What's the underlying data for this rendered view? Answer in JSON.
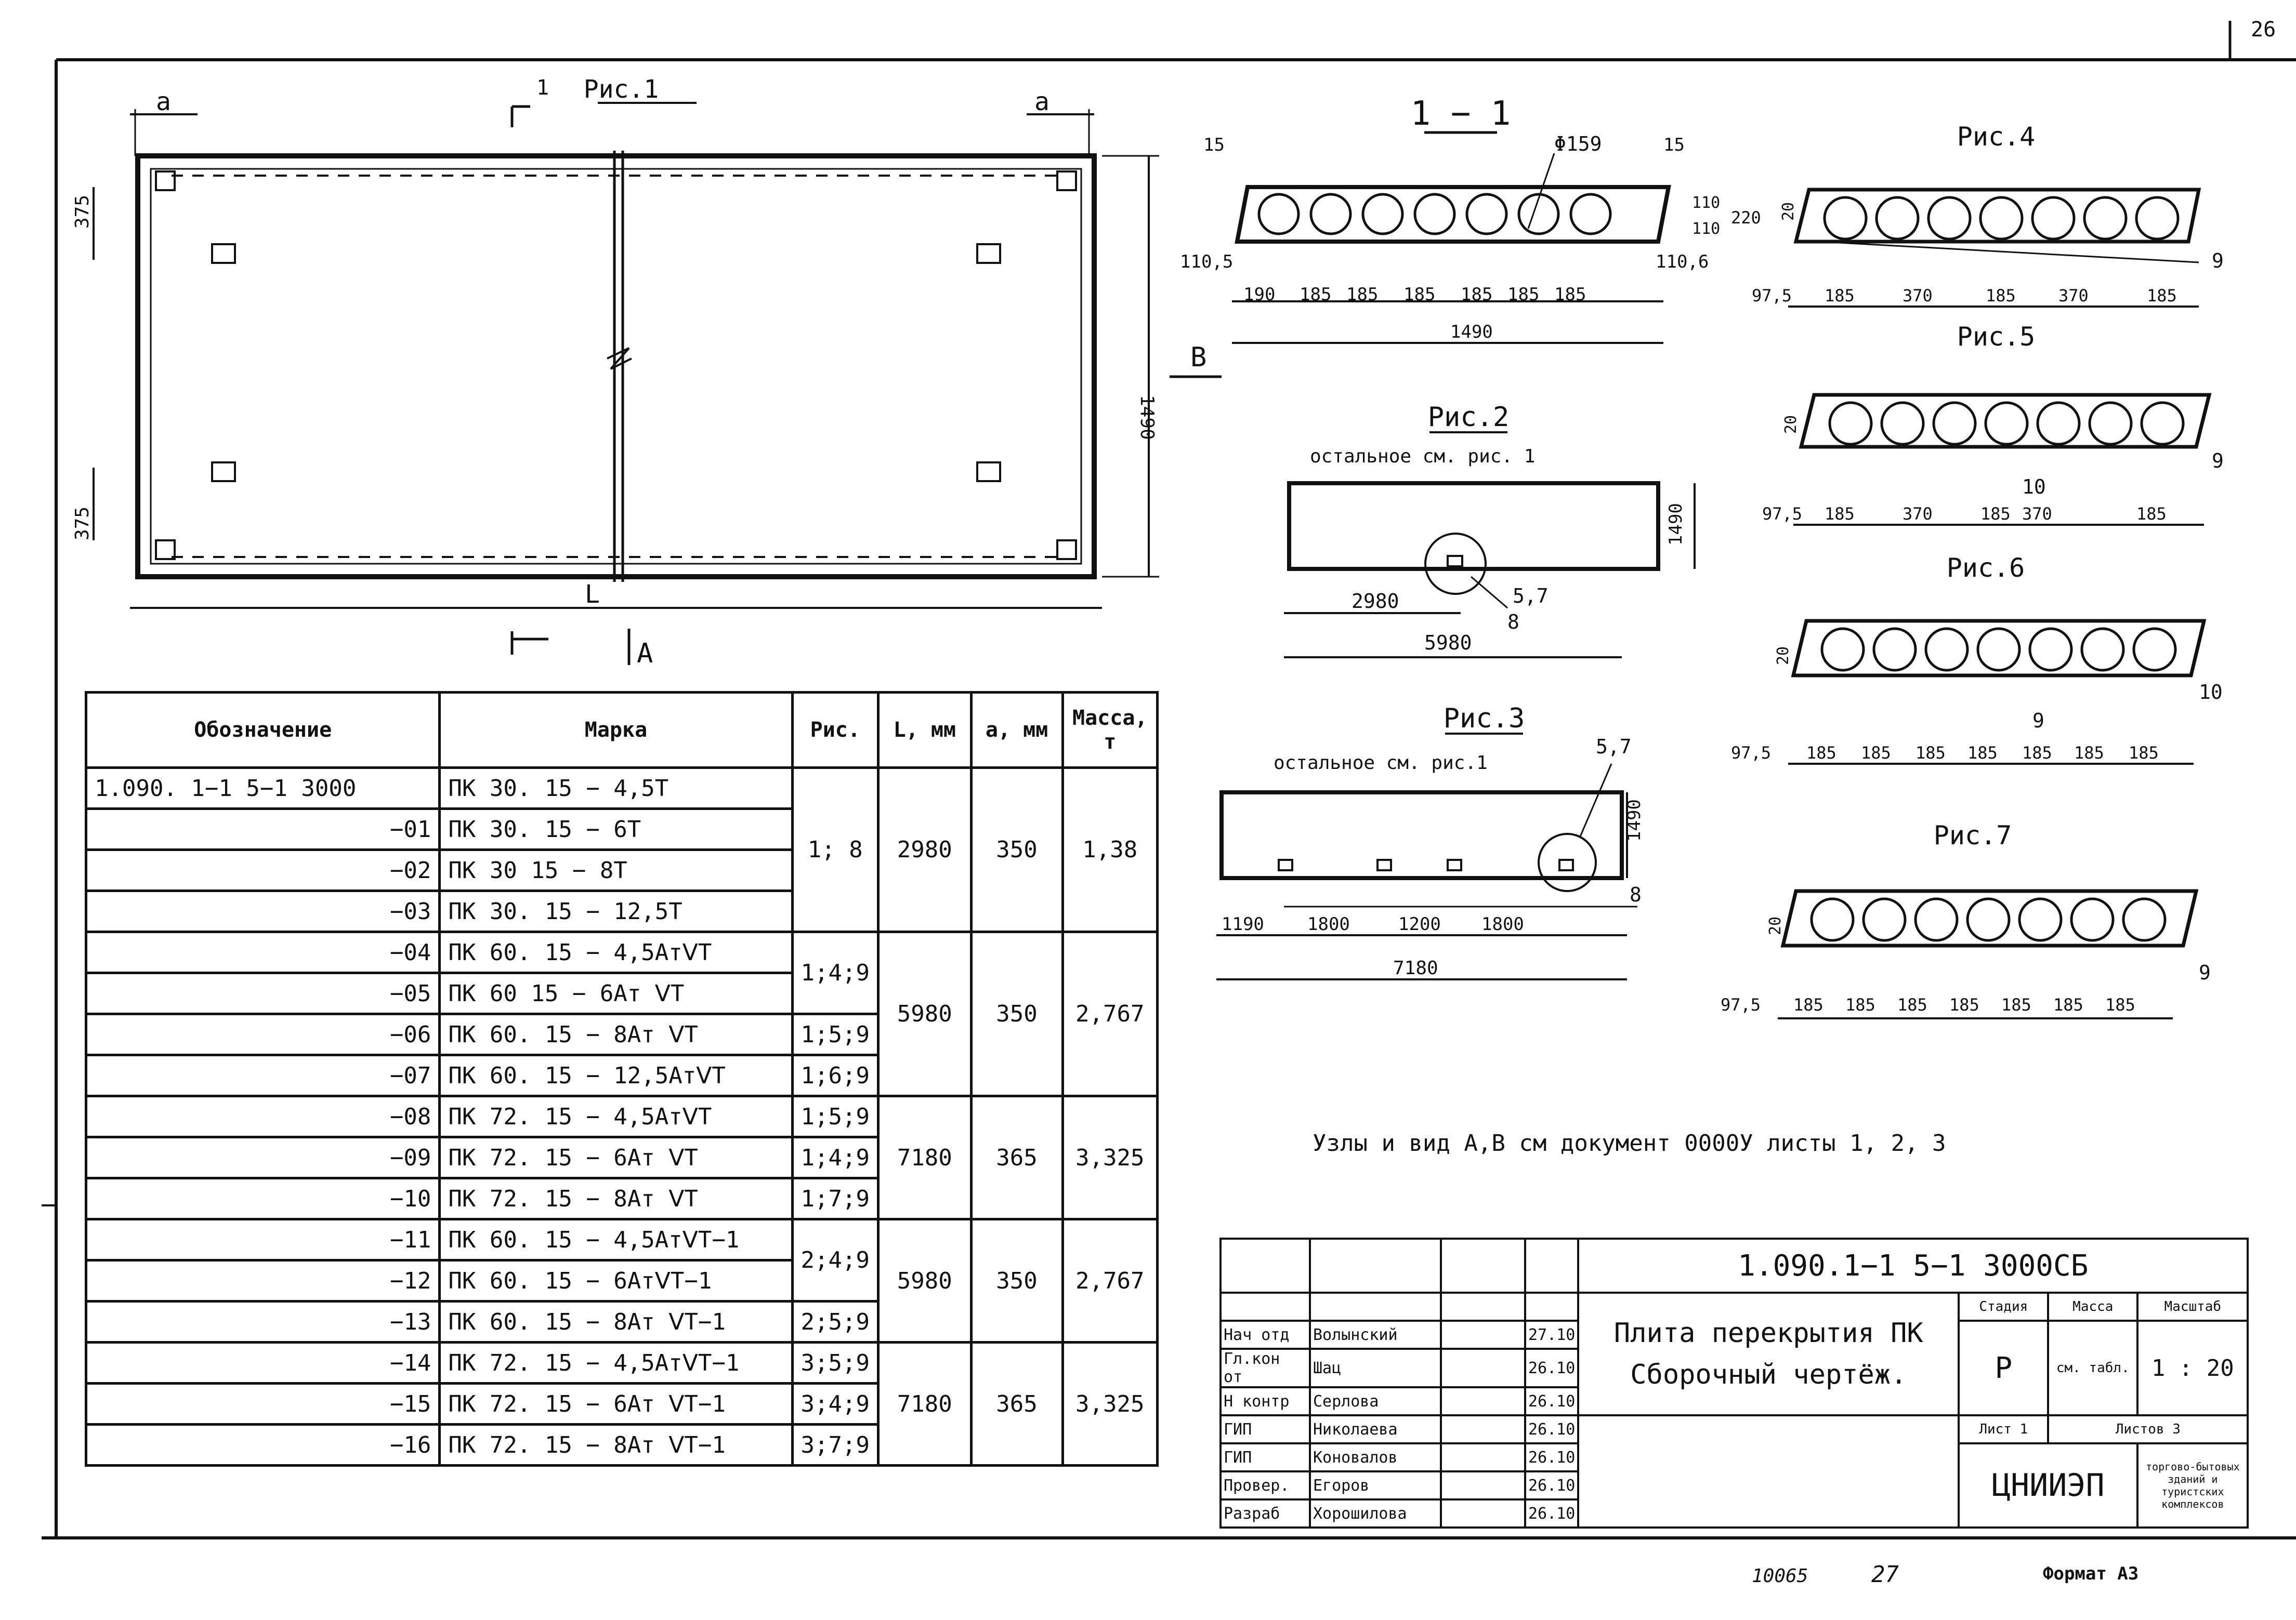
{
  "page_number": "26",
  "fig1": {
    "title": "Рис.1",
    "section_mark": "1",
    "dim_a": "a",
    "dim_375": "375",
    "dim_1490": "1490",
    "dim_L": "L",
    "view_B": "В",
    "view_A": "А"
  },
  "section_1_1": {
    "title": "1 − 1",
    "phi": "Φ159",
    "dims_top": [
      "15",
      "15"
    ],
    "dims_right": [
      "110",
      "110",
      "220"
    ],
    "dims_side": [
      "110,5",
      "110,6"
    ],
    "dims_bottom": [
      "190",
      "185",
      "185",
      "185",
      "185",
      "185",
      "185"
    ],
    "dim_total": "1490"
  },
  "fig2": {
    "title": "Рис.2",
    "note": "остальное см. рис. 1",
    "dim_height": "1490",
    "dim_2980": "2980",
    "dim_5980": "5980",
    "leader_57": "5,7",
    "leader_8": "8"
  },
  "fig3": {
    "title": "Рис.3",
    "note": "остальное см. рис.1",
    "leader_57": "5,7",
    "dim_height": "1490",
    "leader_8": "8",
    "dims": [
      "1190",
      "1800",
      "1200",
      "1800"
    ],
    "dim_total": "7180"
  },
  "fig4": {
    "title": "Рис.4",
    "dim_20": "20",
    "leader": "9",
    "dims": [
      "97,5",
      "185",
      "370",
      "185",
      "370",
      "185"
    ]
  },
  "fig5": {
    "title": "Рис.5",
    "dim_20": "20",
    "leader_9": "9",
    "leader_10": "10",
    "dims": [
      "97,5",
      "185",
      "370",
      "185",
      "370",
      "185"
    ]
  },
  "fig6": {
    "title": "Рис.6",
    "dim_20": "20",
    "leader_9": "9",
    "leader_10": "10",
    "dims": [
      "97,5",
      "185",
      "185",
      "185",
      "185",
      "185",
      "185",
      "185"
    ]
  },
  "fig7": {
    "title": "Рис.7",
    "dim_20": "20",
    "leader_9": "9",
    "dims": [
      "97,5",
      "185",
      "185",
      "185",
      "185",
      "185",
      "185",
      "185"
    ]
  },
  "note_nodes": "Узлы и вид А,В см документ 0000У листы 1, 2, 3",
  "spec_table": {
    "headers": [
      "Обозначение",
      "Марка",
      "Рис.",
      "L, мм",
      "a, мм",
      "Масса, т"
    ],
    "rows": [
      {
        "designation": "1.090. 1−1 5−1 3000",
        "mark": "ПК 30. 15 − 4,5Т"
      },
      {
        "designation": "−01",
        "mark": "ПК 30. 15 − 6Т"
      },
      {
        "designation": "−02",
        "mark": "ПК 30 15 − 8Т"
      },
      {
        "designation": "−03",
        "mark": "ПК 30. 15 − 12,5Т"
      },
      {
        "designation": "−04",
        "mark": "ПК 60. 15 − 4,5АтⅤТ"
      },
      {
        "designation": "−05",
        "mark": "ПК 60 15 − 6Ат ⅤТ"
      },
      {
        "designation": "−06",
        "mark": "ПК 60. 15 − 8Ат ⅤТ"
      },
      {
        "designation": "−07",
        "mark": "ПК 60. 15 − 12,5АтⅤТ"
      },
      {
        "designation": "−08",
        "mark": "ПК 72. 15 − 4,5АтⅤТ"
      },
      {
        "designation": "−09",
        "mark": "ПК 72. 15 − 6Ат ⅤТ"
      },
      {
        "designation": "−10",
        "mark": "ПК 72. 15 − 8Ат ⅤТ"
      },
      {
        "designation": "−11",
        "mark": "ПК 60. 15 − 4,5АтⅤТ−1"
      },
      {
        "designation": "−12",
        "mark": "ПК 60. 15 − 6АтⅤТ−1"
      },
      {
        "designation": "−13",
        "mark": "ПК 60. 15 − 8Ат ⅤТ−1"
      },
      {
        "designation": "−14",
        "mark": "ПК 72. 15 − 4,5АтⅤТ−1"
      },
      {
        "designation": "−15",
        "mark": "ПК 72. 15 − 6Ат ⅤТ−1"
      },
      {
        "designation": "−16",
        "mark": "ПК 72. 15 − 8Ат ⅤТ−1"
      }
    ],
    "groups": [
      {
        "fig": "1; 8",
        "L": "2980",
        "a": "350",
        "mass": "1,38"
      },
      {
        "fig": "1;4;9",
        "L": "5980",
        "a": "350",
        "mass": "2,767"
      },
      {
        "fig_06": "1;5;9",
        "fig_07": "1;6;9"
      },
      {
        "fig_08": "1;5;9",
        "fig_09": "1;4;9",
        "fig_10": "1;7;9",
        "L": "7180",
        "a": "365",
        "mass": "3,325"
      },
      {
        "fig_11_12": "2;4;9",
        "fig_13": "2;5;9",
        "L": "5980",
        "a": "350",
        "mass": "2,767"
      },
      {
        "fig_14": "3;5;9",
        "fig_15": "3;4;9",
        "fig_16": "3;7;9",
        "L": "7180",
        "a": "365",
        "mass": "3,325"
      }
    ]
  },
  "title_block": {
    "doc_code": "1.090.1−1 5−1 3000СБ",
    "name_line1": "Плита перекрытия ПК",
    "name_line2": "Сборочный чертёж.",
    "stage_label": "Стадия",
    "mass_label": "Масса",
    "scale_label": "Масштаб",
    "stage": "Р",
    "mass": "см. табл.",
    "scale": "1 : 20",
    "sheet": "Лист 1",
    "sheets": "Листов 3",
    "org": "ЦНИИЭП",
    "org_sub": "торгово-бытовых зданий и туристских комплексов",
    "roles": [
      {
        "role": "Нач отд",
        "name": "Волынский",
        "date": "27.10"
      },
      {
        "role": "Гл.кон от",
        "name": "Шац",
        "date": "26.10"
      },
      {
        "role": "Н контр",
        "name": "Серлова",
        "date": "26.10"
      },
      {
        "role": "ГИП",
        "name": "Николаева",
        "date": "26.10"
      },
      {
        "role": "ГИП",
        "name": "Коновалов",
        "date": "26.10"
      },
      {
        "role": "Провер.",
        "name": "Егоров",
        "date": "26.10"
      },
      {
        "role": "Разраб",
        "name": "Хорошилова",
        "date": "26.10"
      }
    ]
  },
  "footer": {
    "inv": "10065",
    "num": "27",
    "format": "Формат А3"
  }
}
